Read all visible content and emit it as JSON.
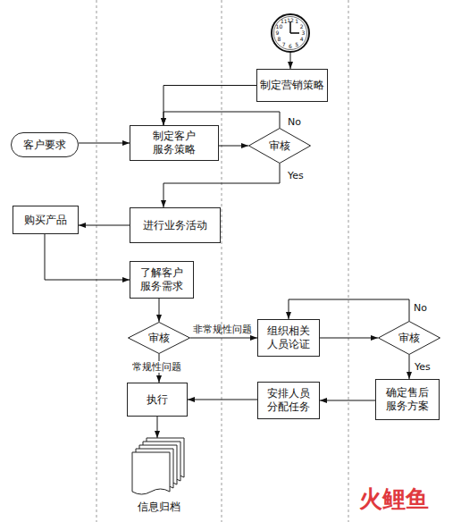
{
  "diagram": {
    "nodes": [
      {
        "text": [
          "制定营销策略"
        ]
      },
      {
        "text": [
          "客户要求"
        ]
      },
      {
        "text": [
          "制定客户 服务策略"
        ]
      },
      {
        "text": [
          "审核"
        ]
      },
      {
        "text": [
          "购买产品"
        ]
      },
      {
        "text": [
          "进行业务活动"
        ]
      },
      {
        "text": [
          "了解客户 服务需求"
        ]
      },
      {
        "text": [
          "审核"
        ]
      },
      {
        "text": [
          "组织相关 人员论证"
        ]
      },
      {
        "text": [
          "审核"
        ]
      },
      {
        "text": [
          "执行"
        ]
      },
      {
        "text": [
          "安排人员 分配任务"
        ]
      },
      {
        "text": [
          "确定售后 服务方案"
        ]
      },
      {
        "text": [
          "信息归档"
        ]
      }
    ],
    "edges": [
      {
        "from": 0,
        "to": 2,
        "arrow": "to"
      },
      {
        "from": 1,
        "to": 2,
        "arrow": "to"
      },
      {
        "from": 2,
        "to": 3,
        "arrow": "to"
      },
      {
        "from": 3,
        "to": 2,
        "label": "No",
        "arrow": "to"
      },
      {
        "from": 3,
        "to": 5,
        "label": "Yes",
        "arrow": "to"
      },
      {
        "from": 5,
        "to": 4,
        "arrow": "to"
      },
      {
        "from": 4,
        "to": 6,
        "arrow": "to"
      },
      {
        "from": 6,
        "to": 7,
        "arrow": "to"
      },
      {
        "from": 7,
        "to": 8,
        "label": "非常规性问题",
        "arrow": "to"
      },
      {
        "from": 7,
        "to": 10,
        "label": "常规性问题",
        "arrow": "to"
      },
      {
        "from": 8,
        "to": 9,
        "arrow": "to"
      },
      {
        "from": 9,
        "to": 8,
        "label": "No",
        "arrow": "to"
      },
      {
        "from": 9,
        "to": 12,
        "label": "Yes",
        "arrow": "to"
      },
      {
        "from": 12,
        "to": 11,
        "arrow": "to"
      },
      {
        "from": 11,
        "to": 10,
        "arrow": "to"
      },
      {
        "from": 10,
        "to": 13,
        "arrow": "to"
      }
    ],
    "labels": [
      "12",
      "1",
      "2",
      "3",
      "4",
      "5",
      "6",
      "7",
      "8",
      "9",
      "10",
      "11",
      "火鲤鱼"
    ]
  }
}
